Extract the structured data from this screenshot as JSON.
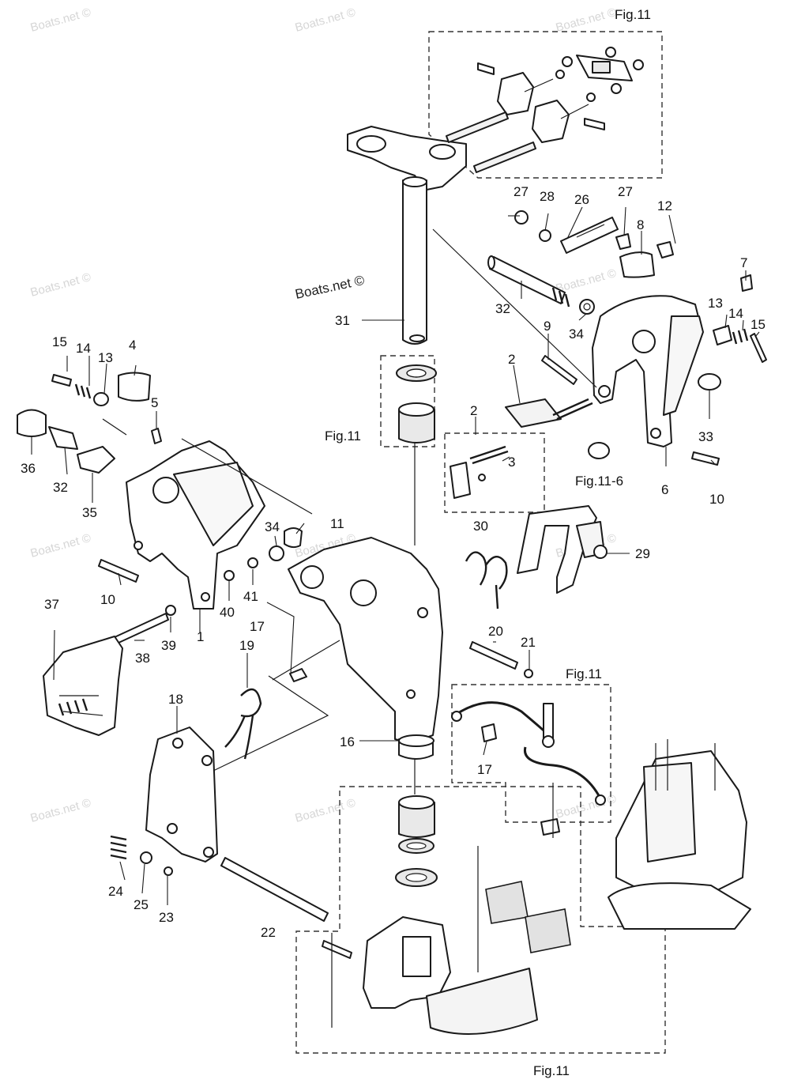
{
  "watermarks": [
    "Boats.net ©",
    "Boats.net ©",
    "Boats.net ©",
    "Boats.net ©",
    "Boats.net ©",
    "Boats.net ©",
    "Boats.net ©",
    "Boats.net ©",
    "Boats.net ©",
    "Boats.net ©",
    "Boats.net ©"
  ],
  "main_watermark": "Boats.net ©",
  "figure_refs": {
    "top": "Fig.11",
    "left_bushing": "Fig.11",
    "right_mid": "Fig.11",
    "bottom": "Fig.11",
    "sub_6": "Fig.11-6"
  },
  "callouts": {
    "c1": "1",
    "c2a": "2",
    "c2b": "2",
    "c3": "3",
    "c4": "4",
    "c5": "5",
    "c6": "6",
    "c7": "7",
    "c8": "8",
    "c9": "9",
    "c10a": "10",
    "c10b": "10",
    "c11": "11",
    "c12": "12",
    "c13a": "13",
    "c13b": "13",
    "c14a": "14",
    "c14b": "14",
    "c15a": "15",
    "c15b": "15",
    "c16": "16",
    "c17a": "17",
    "c17b": "17",
    "c18": "18",
    "c19": "19",
    "c20": "20",
    "c21": "21",
    "c22": "22",
    "c23": "23",
    "c24": "24",
    "c25": "25",
    "c26": "26",
    "c27a": "27",
    "c27b": "27",
    "c28": "28",
    "c29": "29",
    "c30": "30",
    "c31": "31",
    "c32a": "32",
    "c32b": "32",
    "c33": "33",
    "c34a": "34",
    "c34b": "34",
    "c35": "35",
    "c36": "36",
    "c37": "37",
    "c38": "38",
    "c39": "39",
    "c40": "40",
    "c41": "41"
  }
}
